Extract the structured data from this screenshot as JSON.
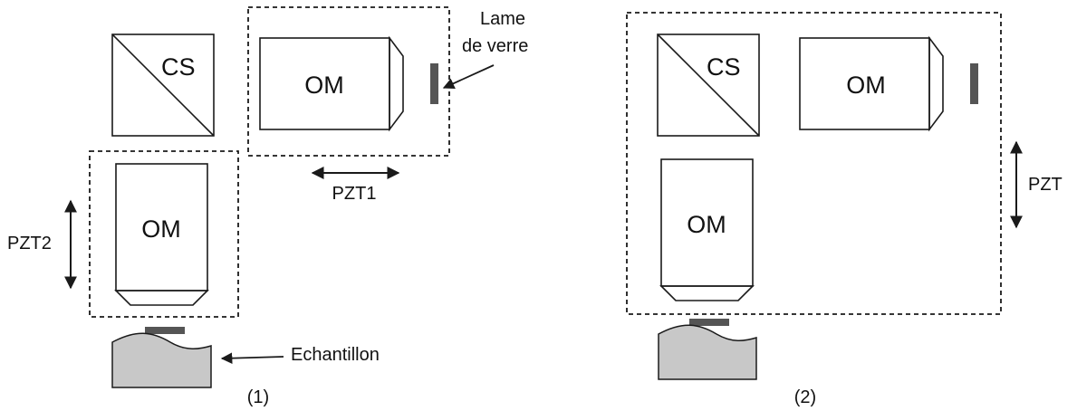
{
  "labels": {
    "cs": "CS",
    "om": "OM",
    "lame_line1": "Lame",
    "lame_line2": "de verre",
    "pzt1": "PZT1",
    "pzt2": "PZT2",
    "pzt": "PZT",
    "echantillon": "Echantillon",
    "config1": "(1)",
    "config2": "(2)"
  },
  "colors": {
    "stroke": "#1a1a1a",
    "slide": "#555555",
    "sample_fill": "#c8c8c8"
  }
}
